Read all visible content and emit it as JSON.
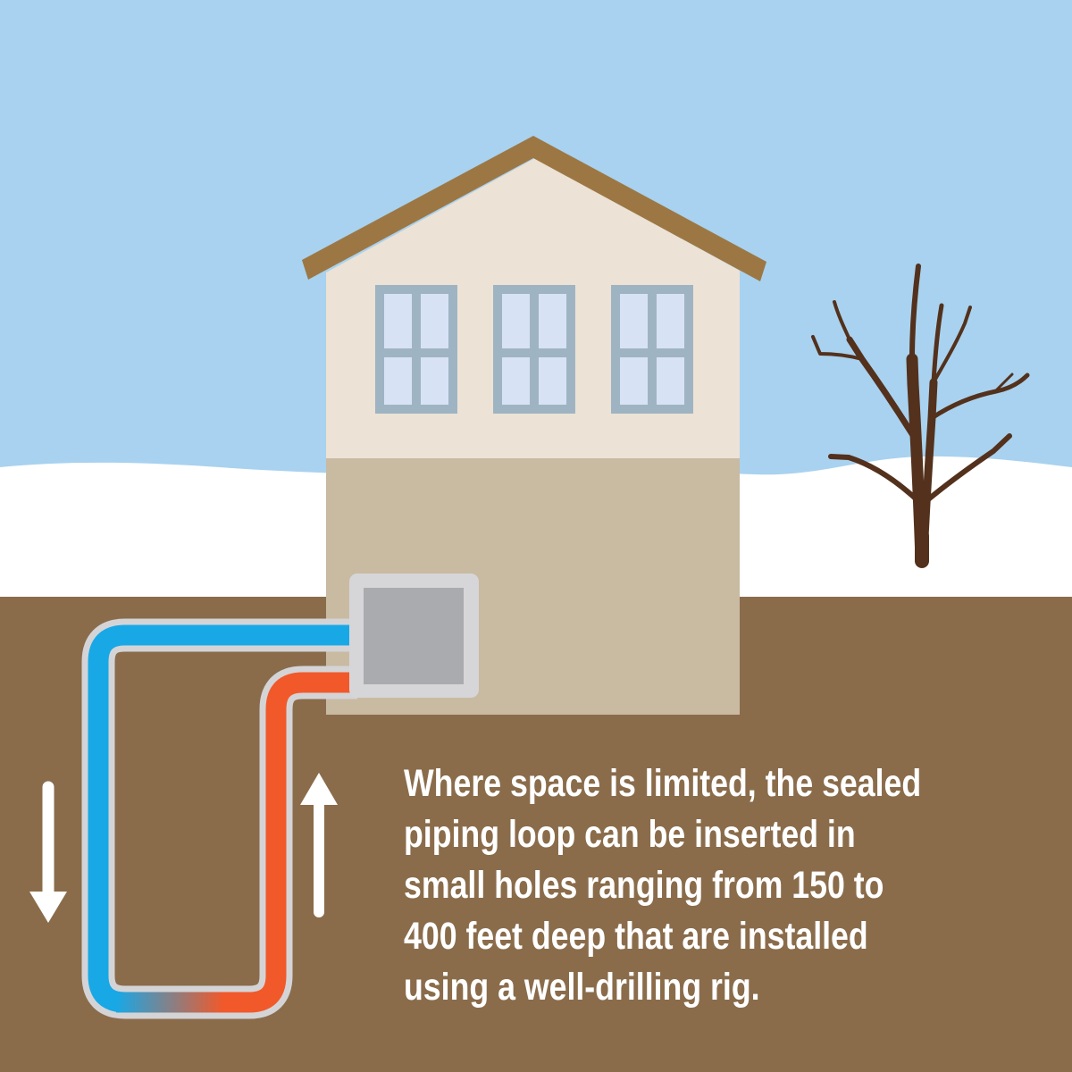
{
  "scene": {
    "sky_color": "#a8d2ef",
    "snow_color": "#ffffff",
    "ground_color": "#8a6c4b",
    "house": {
      "upper_wall_color": "#ece2d5",
      "lower_wall_color": "#c9baa2",
      "roof_color": "#9d7743",
      "window_frame_color": "#9fb4c2",
      "window_pane_color": "#d8e2f5",
      "window_count": 3
    },
    "tree_color": "#53311c",
    "heat_pump": {
      "casing_color": "#d6d6d9",
      "panel_color": "#a9abae"
    },
    "pipes": {
      "outline_color": "#d4d4d7",
      "cold_color": "#18a8e6",
      "warm_color": "#f1592a",
      "depth_range_shown_in_text": "150 to 400 feet"
    },
    "arrows": {
      "color": "#ffffff",
      "down_glyph": "↓",
      "up_glyph": "↑"
    }
  },
  "caption": {
    "color": "#ffffff",
    "lines": [
      "Where space is limited, the sealed",
      "piping loop can be inserted in",
      "small holes ranging from 150 to",
      "400 feet deep that are installed",
      "using a well-drilling rig."
    ],
    "text": "Where space is limited, the sealed piping loop can be inserted in small holes ranging from 150 to 400 feet deep that are installed using a well-drilling rig."
  }
}
